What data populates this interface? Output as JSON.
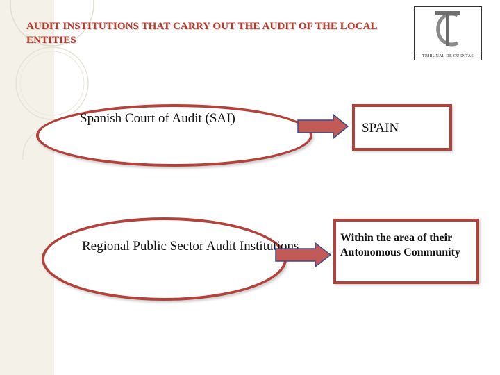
{
  "slide": {
    "title": "AUDIT INSTITUTIONS THAT CARRY OUT THE AUDIT OF THE LOCAL ENTITIES",
    "logo": {
      "monogram": "TC",
      "caption": "TRIBUNAL DE CUENTAS"
    }
  },
  "diagram": {
    "rows": [
      {
        "source": "Spanish Court of Audit (SAI)",
        "target": "SPAIN"
      },
      {
        "source": "Regional Public Sector Audit Institutions",
        "target": "Within the area of their Autonomous Community"
      }
    ]
  },
  "colors": {
    "accent": "#b5413b",
    "title": "#b33b2e",
    "sidebar": "#f4f1e8",
    "arrow_fill": "#c25b57",
    "arrow_stroke": "#3b4a86"
  }
}
